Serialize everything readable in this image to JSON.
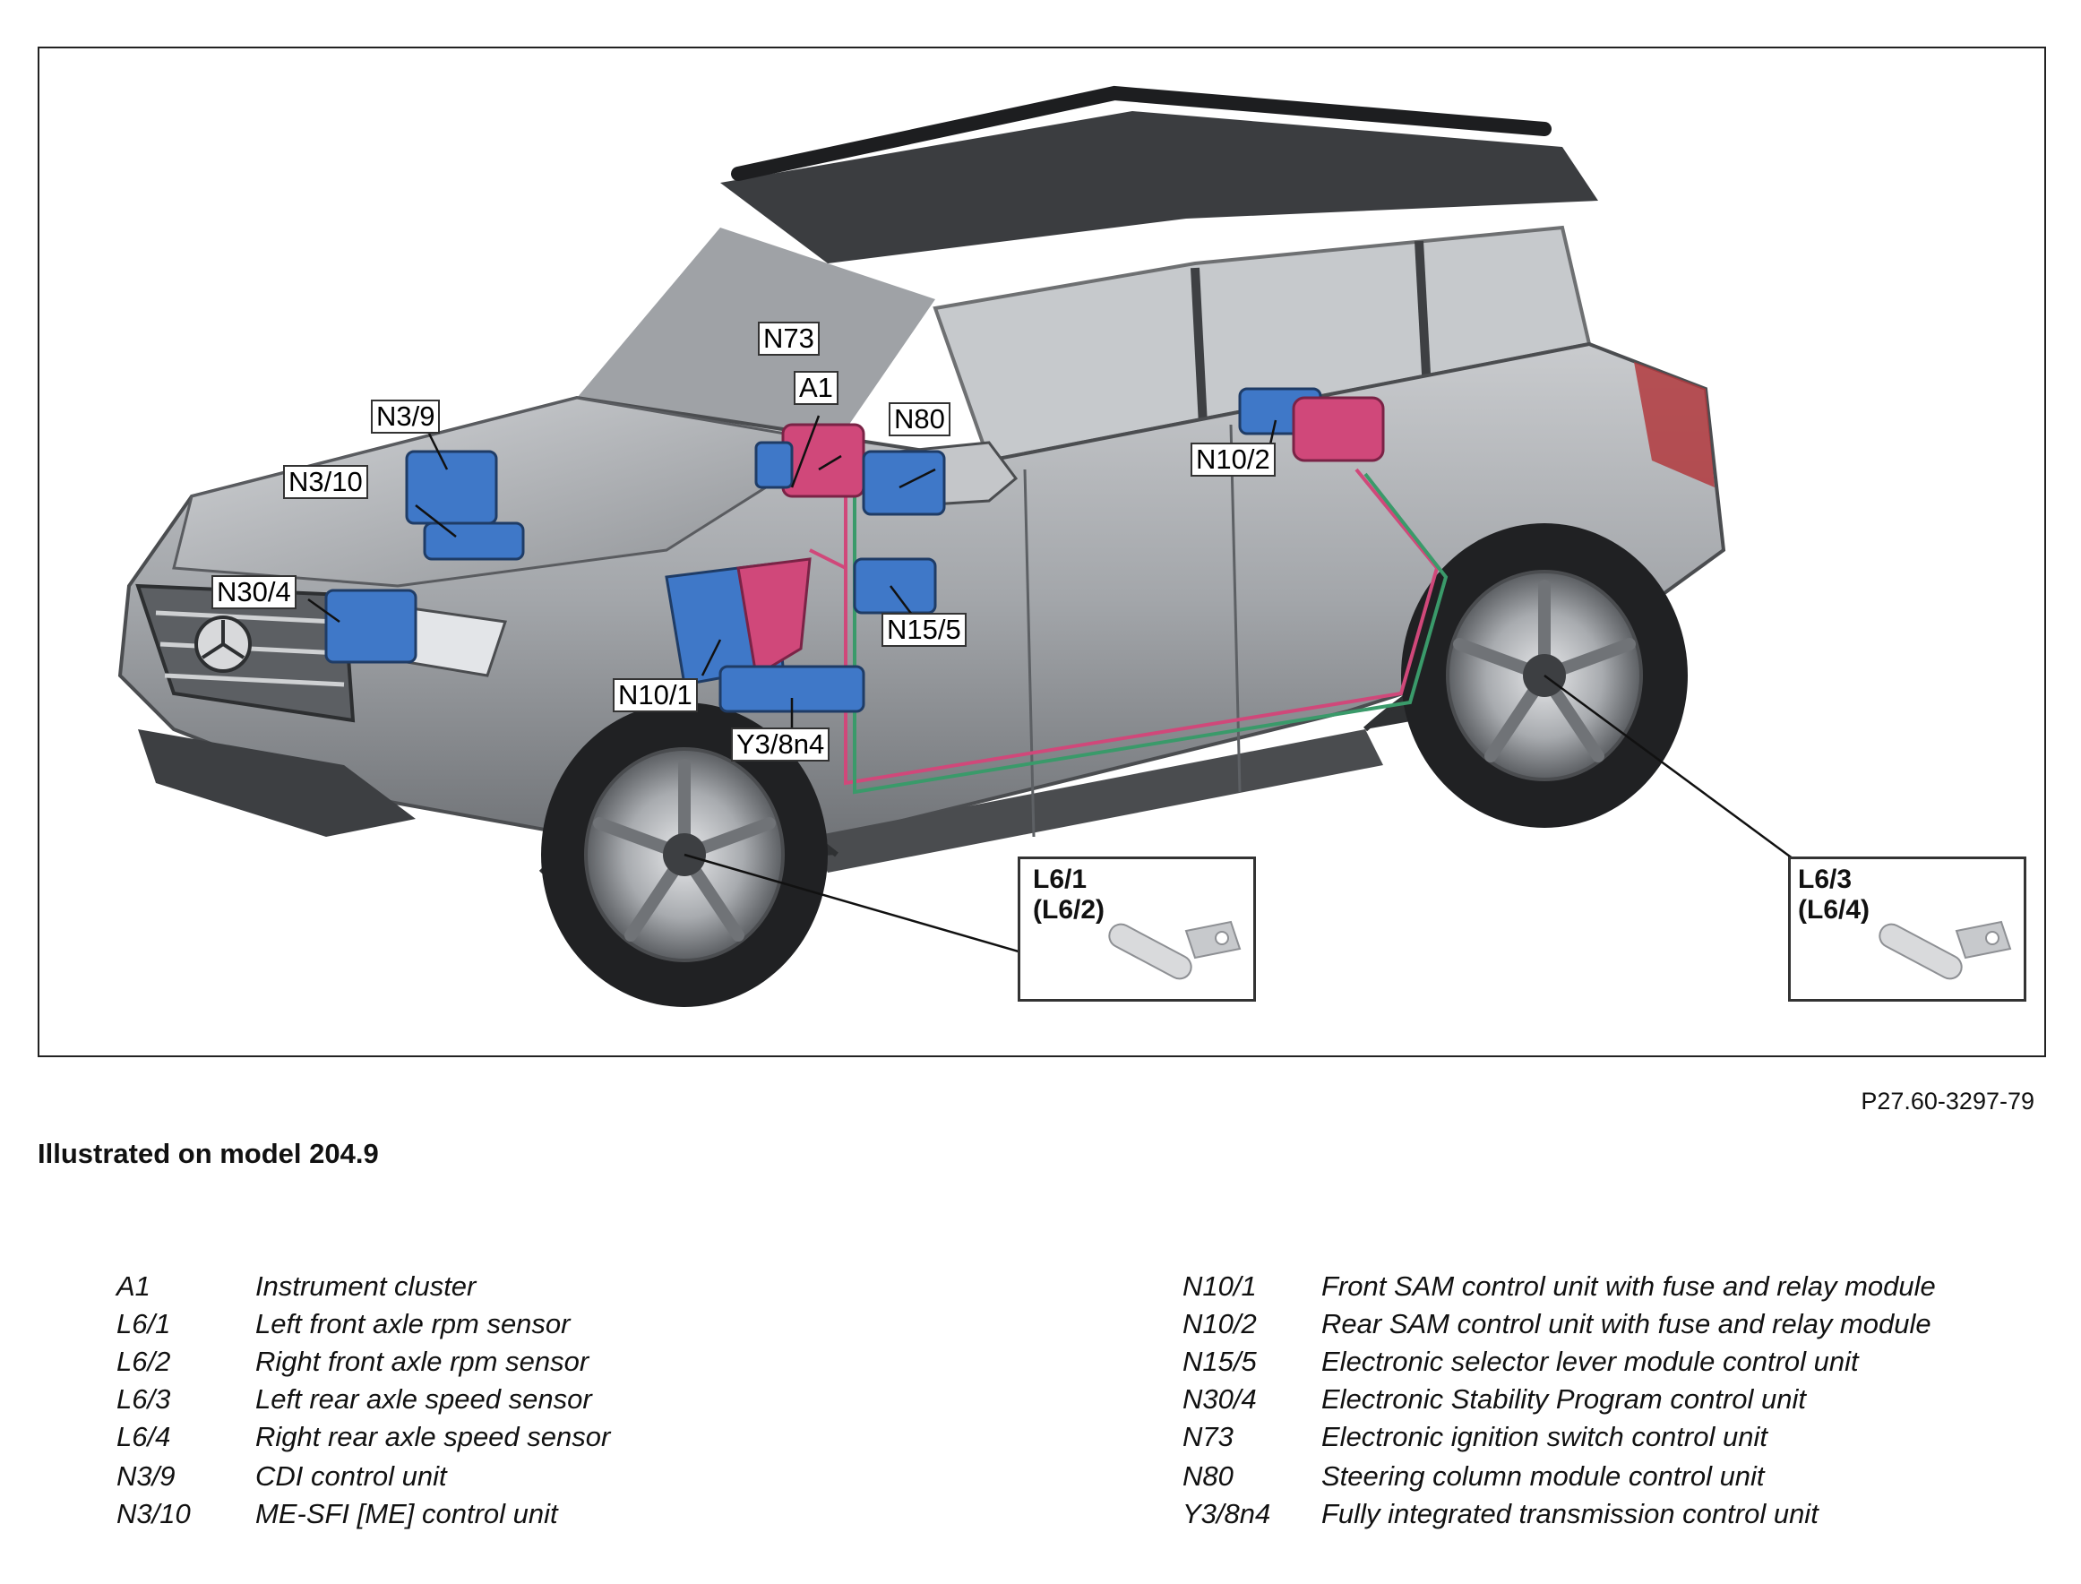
{
  "figure_code": "P27.60-3297-79",
  "caption": "Illustrated on model 204.9",
  "callouts": {
    "n73": "N73",
    "a1": "A1",
    "n80": "N80",
    "n3_9": "N3/9",
    "n3_10": "N3/10",
    "n30_4": "N30/4",
    "n10_2": "N10/2",
    "n15_5": "N15/5",
    "n10_1": "N10/1",
    "y3_8n4": "Y3/8n4"
  },
  "insets": {
    "front": [
      "L6/1",
      "(L6/2)"
    ],
    "rear": [
      "L6/3",
      "(L6/4)"
    ]
  },
  "legend_left": [
    {
      "code": "A1",
      "desc": "Instrument cluster"
    },
    {
      "code": "L6/1",
      "desc": "Left front axle rpm sensor"
    },
    {
      "code": "L6/2",
      "desc": "Right front axle rpm sensor"
    },
    {
      "code": "L6/3",
      "desc": "Left rear axle speed sensor"
    },
    {
      "code": "L6/4",
      "desc": "Right rear axle speed sensor"
    },
    {
      "code": "N3/9",
      "desc": "CDI control unit"
    },
    {
      "code": "N3/10",
      "desc": "ME-SFI [ME] control unit"
    }
  ],
  "legend_right": [
    {
      "code": "N10/1",
      "desc": "Front SAM control unit with fuse and relay module"
    },
    {
      "code": "N10/2",
      "desc": "Rear SAM control unit with fuse and relay module"
    },
    {
      "code": "N15/5",
      "desc": "Electronic selector lever module control unit"
    },
    {
      "code": "N30/4",
      "desc": "Electronic Stability Program control unit"
    },
    {
      "code": "N73",
      "desc": "Electronic ignition switch control unit"
    },
    {
      "code": "N80",
      "desc": "Steering column module control unit"
    },
    {
      "code": "Y3/8n4",
      "desc": "Fully integrated transmission control unit"
    }
  ],
  "colors": {
    "component_blue": "#3f78c8",
    "component_pink": "#d0487a",
    "wire_green": "#3a9a6a",
    "body_gray": "#9a9c9f"
  }
}
